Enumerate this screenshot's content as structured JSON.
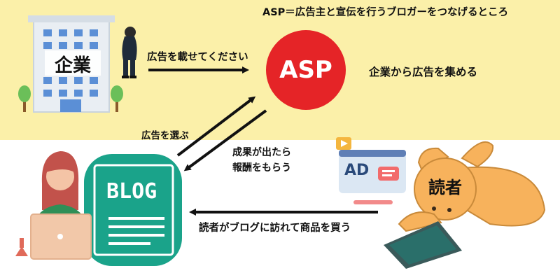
{
  "header": {
    "definition": "ASP＝広告主と宣伝を行うブロガーをつなげるところ"
  },
  "company": {
    "label": "企業"
  },
  "asp": {
    "label": "ASP",
    "description": "企業から広告を集める"
  },
  "arrows": {
    "company_to_asp": "広告を載せてください",
    "blogger_to_asp": "広告を選ぶ",
    "asp_to_blogger_line1": "成果が出たら",
    "asp_to_blogger_line2": "報酬をもらう",
    "reader_to_blogger": "読者がブログに訪れて商品を買う"
  },
  "blog": {
    "label": "BLOG"
  },
  "ad_card": {
    "label": "AD"
  },
  "reader": {
    "label": "読者"
  },
  "colors": {
    "top_band": "#fbf0a9",
    "asp_circle": "#e52427",
    "blog_card": "#1aa38a",
    "building": "#e9eef3",
    "window": "#5b8fd6",
    "reader_body": "#f7b25c",
    "tablet": "#2a6f6a"
  }
}
